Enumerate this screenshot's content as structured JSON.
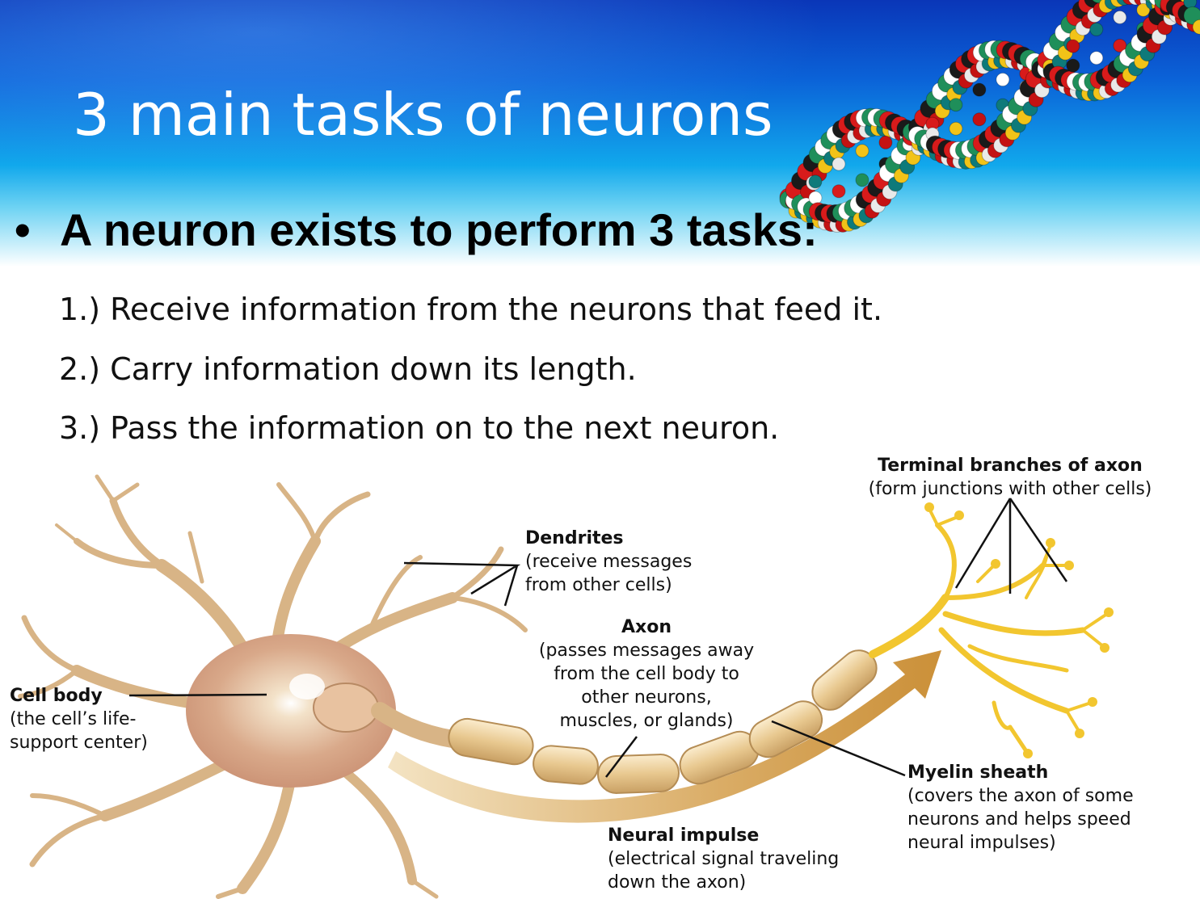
{
  "slide": {
    "title": "3 main tasks of neurons",
    "bullet_symbol": "•",
    "bullet": "A neuron exists to perform 3 tasks:",
    "items": [
      "1.) Receive information from the neurons that feed it.",
      "2.) Carry information down its length.",
      "3.) Pass the information on to the next neuron."
    ]
  },
  "diagram": {
    "terminal": {
      "heading": "Terminal branches of axon",
      "desc": [
        "(form junctions with other cells)"
      ]
    },
    "dendrites": {
      "heading": "Dendrites",
      "desc": [
        "(receive messages",
        "from other cells)"
      ]
    },
    "axon": {
      "heading": "Axon",
      "desc": [
        "(passes messages away",
        "from the cell body to",
        "other neurons,",
        "muscles, or glands)"
      ]
    },
    "cell_body": {
      "heading": "Cell body",
      "desc": [
        "(the cell’s life-",
        "support center)"
      ]
    },
    "myelin": {
      "heading": "Myelin sheath",
      "desc": [
        "(covers the axon of some",
        "neurons and helps speed",
        "neural impulses)"
      ]
    },
    "impulse": {
      "heading": "Neural impulse",
      "desc": [
        "(electrical signal traveling",
        "down the axon)"
      ]
    }
  },
  "colors": {
    "header_blue": "#0b63d8",
    "neuron_tan": "#d9b98a",
    "terminal_yellow": "#f3c935",
    "myelin": "#e6c98f"
  }
}
